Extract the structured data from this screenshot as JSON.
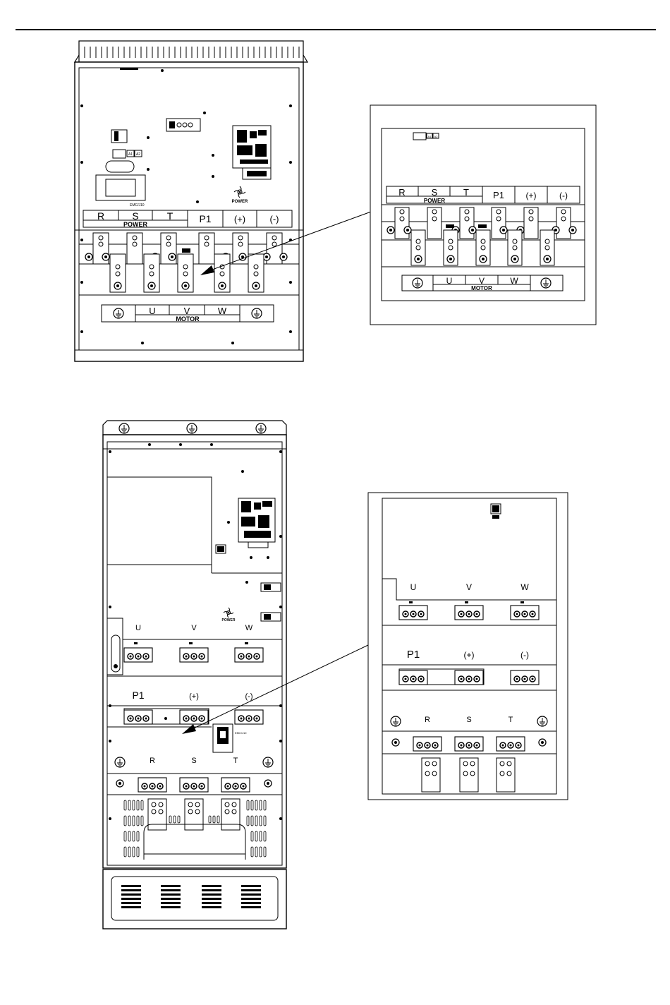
{
  "figure_top": {
    "power_labels": [
      "R",
      "S",
      "T",
      "P1",
      "(+)",
      "(-)"
    ],
    "power_caption": "POWER",
    "motor_labels": [
      "U",
      "V",
      "W"
    ],
    "motor_caption": "MOTOR",
    "fan_caption": "POWER",
    "jumper_labels": [
      "A1",
      "A2"
    ]
  },
  "detail_top": {
    "power_labels": [
      "R",
      "S",
      "T",
      "P1",
      "(+)",
      "(-)"
    ],
    "power_caption": "POWER",
    "motor_labels": [
      "U",
      "V",
      "W"
    ],
    "motor_caption": "MOTOR",
    "jumper_labels": [
      "A1",
      "A2"
    ]
  },
  "figure_bottom": {
    "motor_labels": [
      "U",
      "V",
      "W"
    ],
    "dc_labels": [
      "P1",
      "(+)",
      "(-)"
    ],
    "input_labels": [
      "R",
      "S",
      "T"
    ],
    "fan_caption": "POWER"
  },
  "detail_bottom": {
    "motor_labels": [
      "U",
      "V",
      "W"
    ],
    "dc_labels": [
      "P1",
      "(+)",
      "(-)"
    ],
    "input_labels": [
      "R",
      "S",
      "T"
    ]
  }
}
